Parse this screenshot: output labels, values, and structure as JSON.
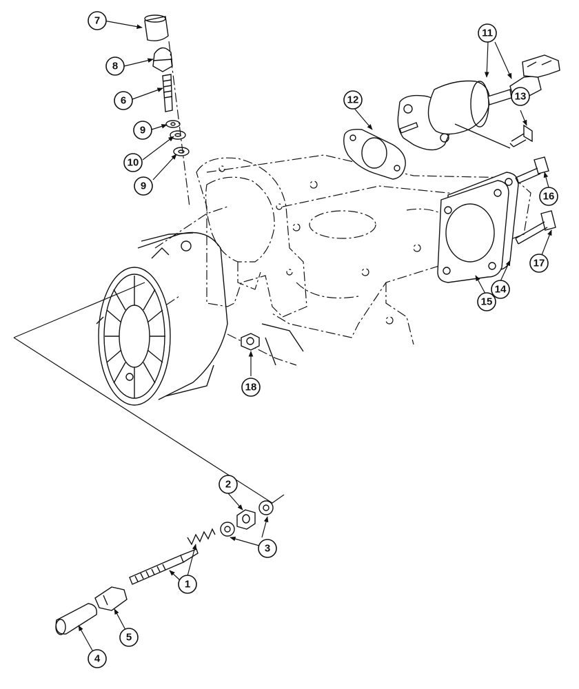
{
  "callouts": [
    {
      "id": "7",
      "label": "7"
    },
    {
      "id": "8",
      "label": "8"
    },
    {
      "id": "6",
      "label": "6"
    },
    {
      "id": "9a",
      "label": "9"
    },
    {
      "id": "10",
      "label": "10"
    },
    {
      "id": "9b",
      "label": "9"
    },
    {
      "id": "11",
      "label": "11"
    },
    {
      "id": "12",
      "label": "12"
    },
    {
      "id": "13",
      "label": "13"
    },
    {
      "id": "16",
      "label": "16"
    },
    {
      "id": "17",
      "label": "17"
    },
    {
      "id": "14",
      "label": "14"
    },
    {
      "id": "15",
      "label": "15"
    },
    {
      "id": "18",
      "label": "18"
    },
    {
      "id": "2",
      "label": "2"
    },
    {
      "id": "3",
      "label": "3"
    },
    {
      "id": "1",
      "label": "1"
    },
    {
      "id": "5",
      "label": "5"
    },
    {
      "id": "4",
      "label": "4"
    }
  ]
}
